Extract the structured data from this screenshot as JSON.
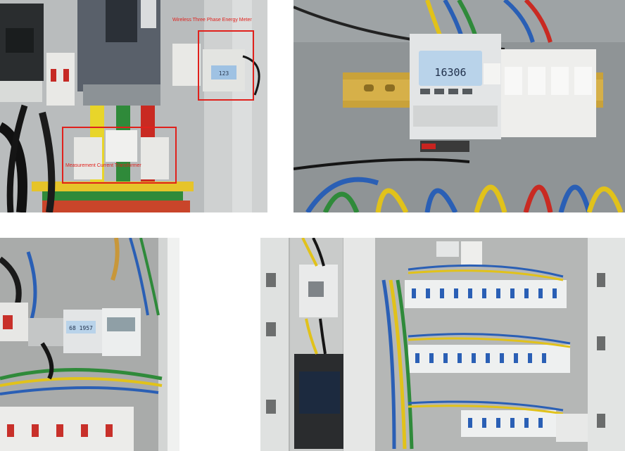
{
  "photo1": {
    "annotation_meter": "Wireless Three Phase Energy Meter",
    "annotation_ct": "Measurement Current Transformer",
    "annotation_color": "#e0211c"
  },
  "photo2": {
    "meter_display_value": "16306"
  },
  "photo3": {
    "meter_display_value": "68 1957"
  }
}
